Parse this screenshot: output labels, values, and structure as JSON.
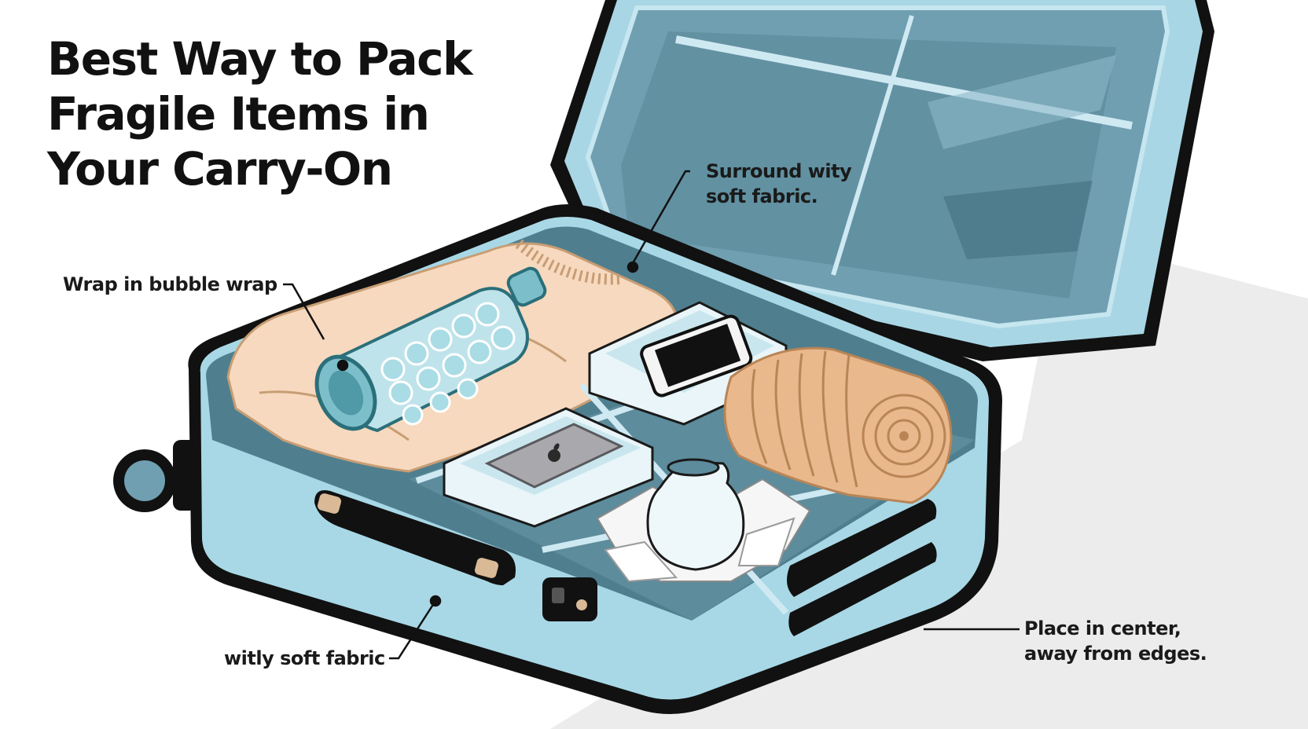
{
  "title_lines": [
    "Best Way to Pack",
    "Fragile Items in",
    "Your Carry-On"
  ],
  "callouts": {
    "surround": [
      "Surround wity",
      "soft fabric."
    ],
    "wrap": "Wrap in bubble wrap",
    "fabric": "witly soft fabric",
    "center": [
      "Place in center,",
      "away from edges."
    ]
  },
  "colors": {
    "suitcase_blue": "#a8d8e6",
    "lid_inner": "#6f9fb0",
    "interior": "#4f7f8f",
    "sweater": "#f6d9be",
    "towel": "#e9b88c",
    "outline": "#111111"
  },
  "icons": [
    "apple-logo-icon"
  ]
}
